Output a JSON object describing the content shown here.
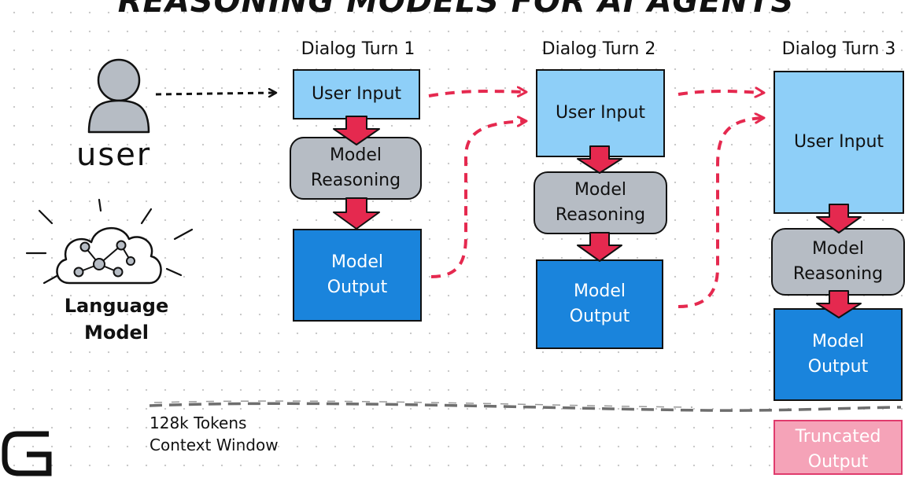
{
  "title": "REASONING MODELS FOR AI AGENTS",
  "actors": {
    "user_label": "user",
    "language_model_label": "Language\nModel"
  },
  "turns": [
    {
      "label": "Dialog Turn 1",
      "user_input": "User Input",
      "reasoning": "Model\nReasoning",
      "output": "Model\nOutput"
    },
    {
      "label": "Dialog Turn 2",
      "user_input": "User Input",
      "reasoning": "Model\nReasoning",
      "output": "Model\nOutput"
    },
    {
      "label": "Dialog Turn 3",
      "user_input": "User Input",
      "reasoning": "Model\nReasoning",
      "output": "Model\nOutput",
      "truncated": "Truncated\nOutput"
    }
  ],
  "context_window": {
    "label": "128k Tokens\nContext Window"
  },
  "colors": {
    "user_input": "#8ecff8",
    "reasoning": "#b6bcc4",
    "output": "#1a84dc",
    "truncated": "#f5a3b8",
    "arrow": "#e5294f"
  },
  "icons": [
    "user-icon",
    "cloud-network-icon",
    "brand-logo-icon"
  ]
}
